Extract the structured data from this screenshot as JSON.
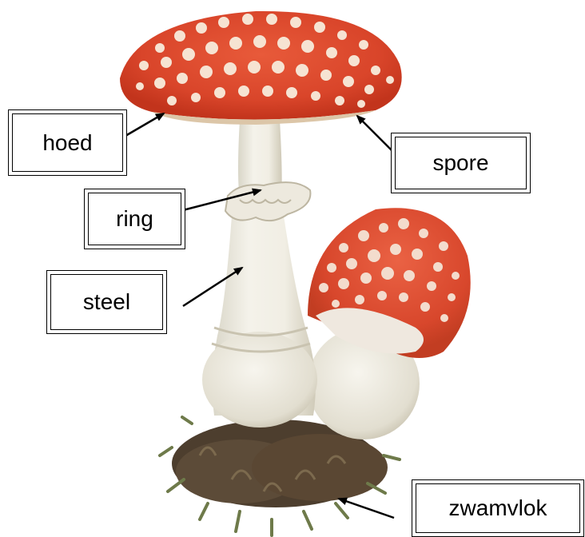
{
  "labels": {
    "hoed": "hoed",
    "spore": "spore",
    "ring": "ring",
    "steel": "steel",
    "zwamvlok": "zwamvlok"
  },
  "colors": {
    "cap_red": "#e0472a",
    "cap_dark": "#c2341c",
    "spot": "#f6e3d2",
    "stem": "#efece2",
    "moss": "#5a4a38"
  }
}
